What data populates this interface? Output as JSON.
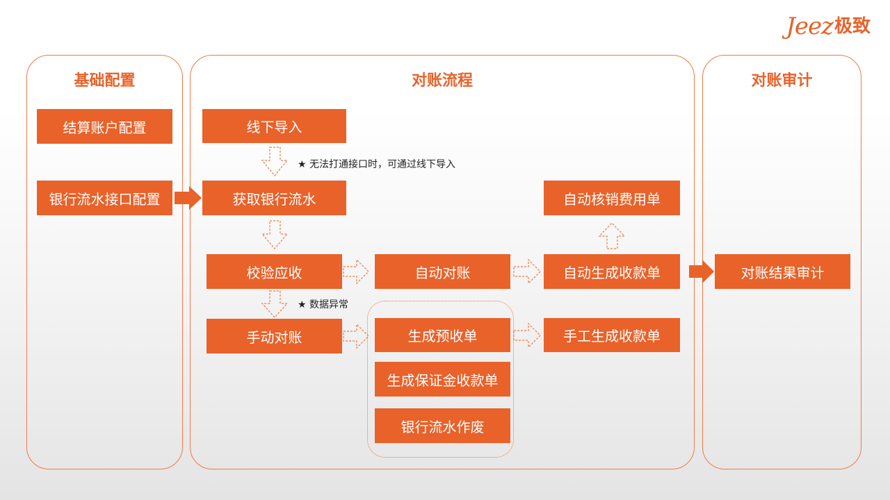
{
  "logo": {
    "en": "Jeez",
    "cn": "极致"
  },
  "panels": {
    "basic": {
      "title": "基础配置"
    },
    "flow": {
      "title": "对账流程"
    },
    "audit": {
      "title": "对账审计"
    }
  },
  "boxes": {
    "settle_account_config": "结算账户配置",
    "bank_flow_api_config": "银行流水接口配置",
    "offline_import": "线下导入",
    "get_bank_flow": "获取银行流水",
    "check_receivable": "校验应收",
    "manual_reconcile": "手动对账",
    "auto_reconcile": "自动对账",
    "gen_advance_receipt": "生成预收单",
    "gen_deposit_receipt": "生成保证金收款单",
    "void_bank_flow": "银行流水作废",
    "auto_writeoff_expense": "自动核销费用单",
    "auto_gen_receipt": "自动生成收款单",
    "manual_gen_receipt": "手工生成收款单",
    "reconcile_result_audit": "对账结果审计"
  },
  "notes": {
    "offline_note": "无法打通接口时，可通过线下导入",
    "abnormal_note": "数据异常"
  },
  "colors": {
    "accent": "#e8622a",
    "outline": "#ee7a45",
    "text_on_accent": "#ffffff"
  }
}
